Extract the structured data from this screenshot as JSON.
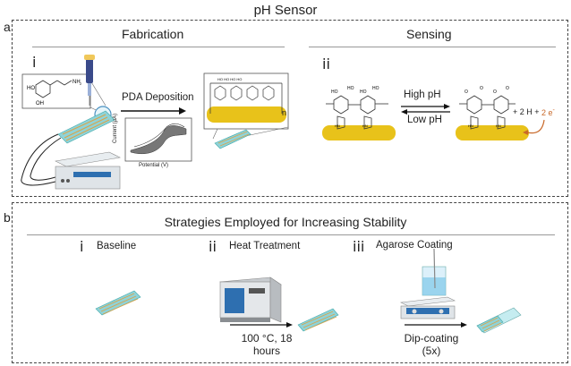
{
  "figure_title": "pH Sensor",
  "panel_a": {
    "letter": "a",
    "fabrication": {
      "title": "Fabrication",
      "roman": "i",
      "deposition_label": "PDA Deposition",
      "cv_plot": {
        "xlabel": "Potential (V)",
        "ylabel": "Current (µA)"
      },
      "polymer_n": "n"
    },
    "sensing": {
      "title": "Sensing",
      "roman": "ii",
      "high_ph": "High pH",
      "low_ph": "Low pH",
      "products": "+ 2 H +",
      "electrons": "2 e",
      "electron_sup": "-"
    }
  },
  "panel_b": {
    "letter": "b",
    "title": "Strategies Employed for Increasing Stability",
    "strategies": [
      {
        "roman": "i",
        "label": "Baseline"
      },
      {
        "roman": "ii",
        "label": "Heat Treatment",
        "condition_line1": "100 °C, 18",
        "condition_line2": "hours"
      },
      {
        "roman": "iii",
        "label": "Agarose Coating",
        "condition_line1": "Dip-coating",
        "condition_line2": "(5x)"
      }
    ]
  },
  "colors": {
    "electrode_blue": "#8fd3d8",
    "gold": "#e8c21a",
    "electron_orange": "#c8692a",
    "oven_blue": "#2e6fb0"
  }
}
